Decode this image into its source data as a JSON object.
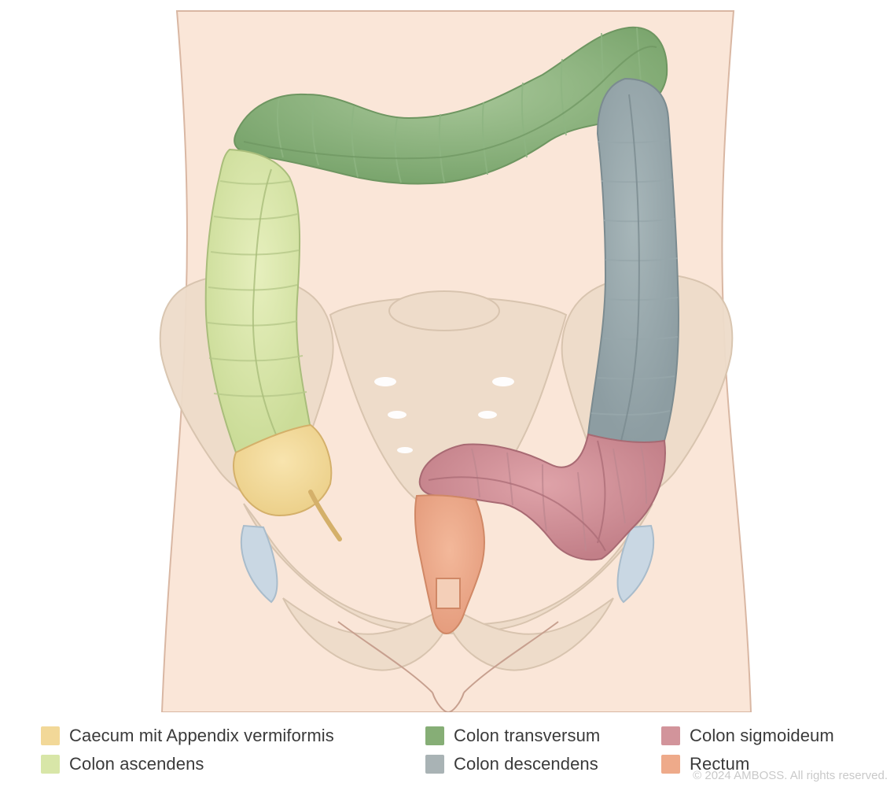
{
  "legend": [
    {
      "label": "Caecum mit Appendix vermiformis",
      "color": "#f2d898"
    },
    {
      "label": "Colon ascendens",
      "color": "#d8e6a8"
    },
    {
      "label": "Colon transversum",
      "color": "#86ae76"
    },
    {
      "label": "Colon descendens",
      "color": "#a9b3b5"
    },
    {
      "label": "Colon sigmoideum",
      "color": "#d2949b"
    },
    {
      "label": "Rectum",
      "color": "#eeaa8a"
    }
  ],
  "copyright": "© 2024 AMBOSS. All rights reserved.",
  "colors": {
    "skin": "#fae6d8",
    "skin_outline": "#d9b7a3",
    "bone": "#eedcca",
    "bone_outline": "#d7c3ad",
    "cartilage": "#c9d7e3"
  }
}
